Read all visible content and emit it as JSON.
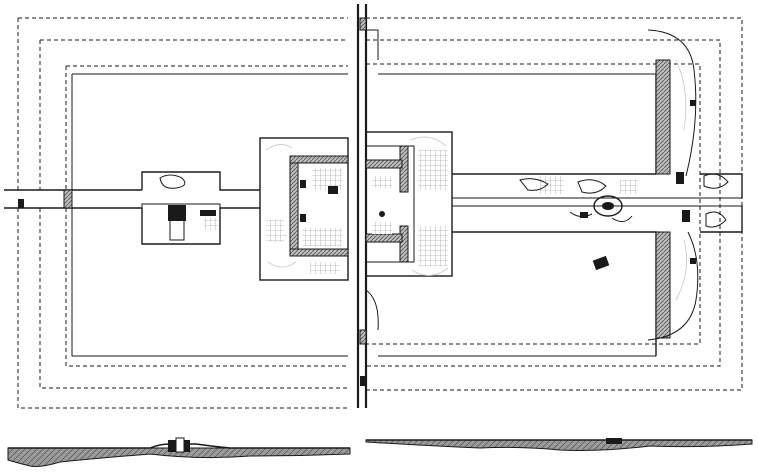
{
  "figure": {
    "kind": "archaeological-site-plan",
    "views": [
      "plan",
      "section"
    ],
    "ink_color": "#1a1a1a",
    "paper_color": "#ffffff",
    "fill_patterns": [
      "hatched-wall",
      "cross-grid",
      "solid-black"
    ],
    "line_styles": [
      "solid",
      "dashed"
    ]
  }
}
